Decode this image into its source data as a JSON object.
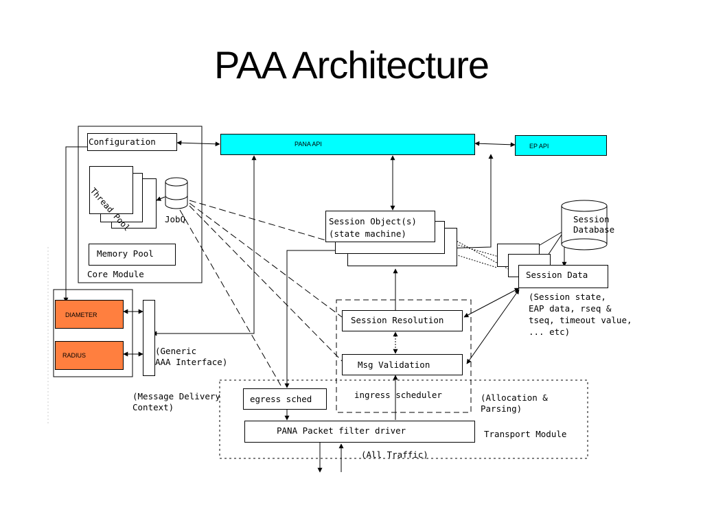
{
  "slide": {
    "title": "PAA Architecture"
  },
  "diagram": {
    "configuration": "Configuration",
    "pana_api": "PANA API",
    "ep_api": "EP API",
    "thread_pool": "Thread Pool",
    "jobq": "JobQ",
    "memory_pool": "Memory Pool",
    "core_module": "Core Module",
    "session_objects_line1": "Session Object(s)",
    "session_objects_line2": "(state machine)",
    "session_database_line1": "Session",
    "session_database_line2": "Database",
    "session_data": "Session Data",
    "session_data_desc": "(Session state,\nEAP data, rseq &\ntseq, timeout value,\n... etc)",
    "diameter": "DIAMETER",
    "radius": "RADIUS",
    "generic_aaa": "(Generic\nAAA Interface)",
    "session_resolution": "Session Resolution",
    "msg_validation": "Msg Validation",
    "message_delivery": "(Message Delivery\nContext)",
    "egress_sched": "egress sched",
    "ingress_scheduler": "ingress scheduler",
    "allocation_parsing": "(Allocation &\nParsing)",
    "packet_filter": "PANA Packet filter driver",
    "transport_module": "Transport Module",
    "all_traffic": "(All Traffic)"
  },
  "colors": {
    "api": "#00ffff",
    "aaa": "#ff7f3f"
  }
}
